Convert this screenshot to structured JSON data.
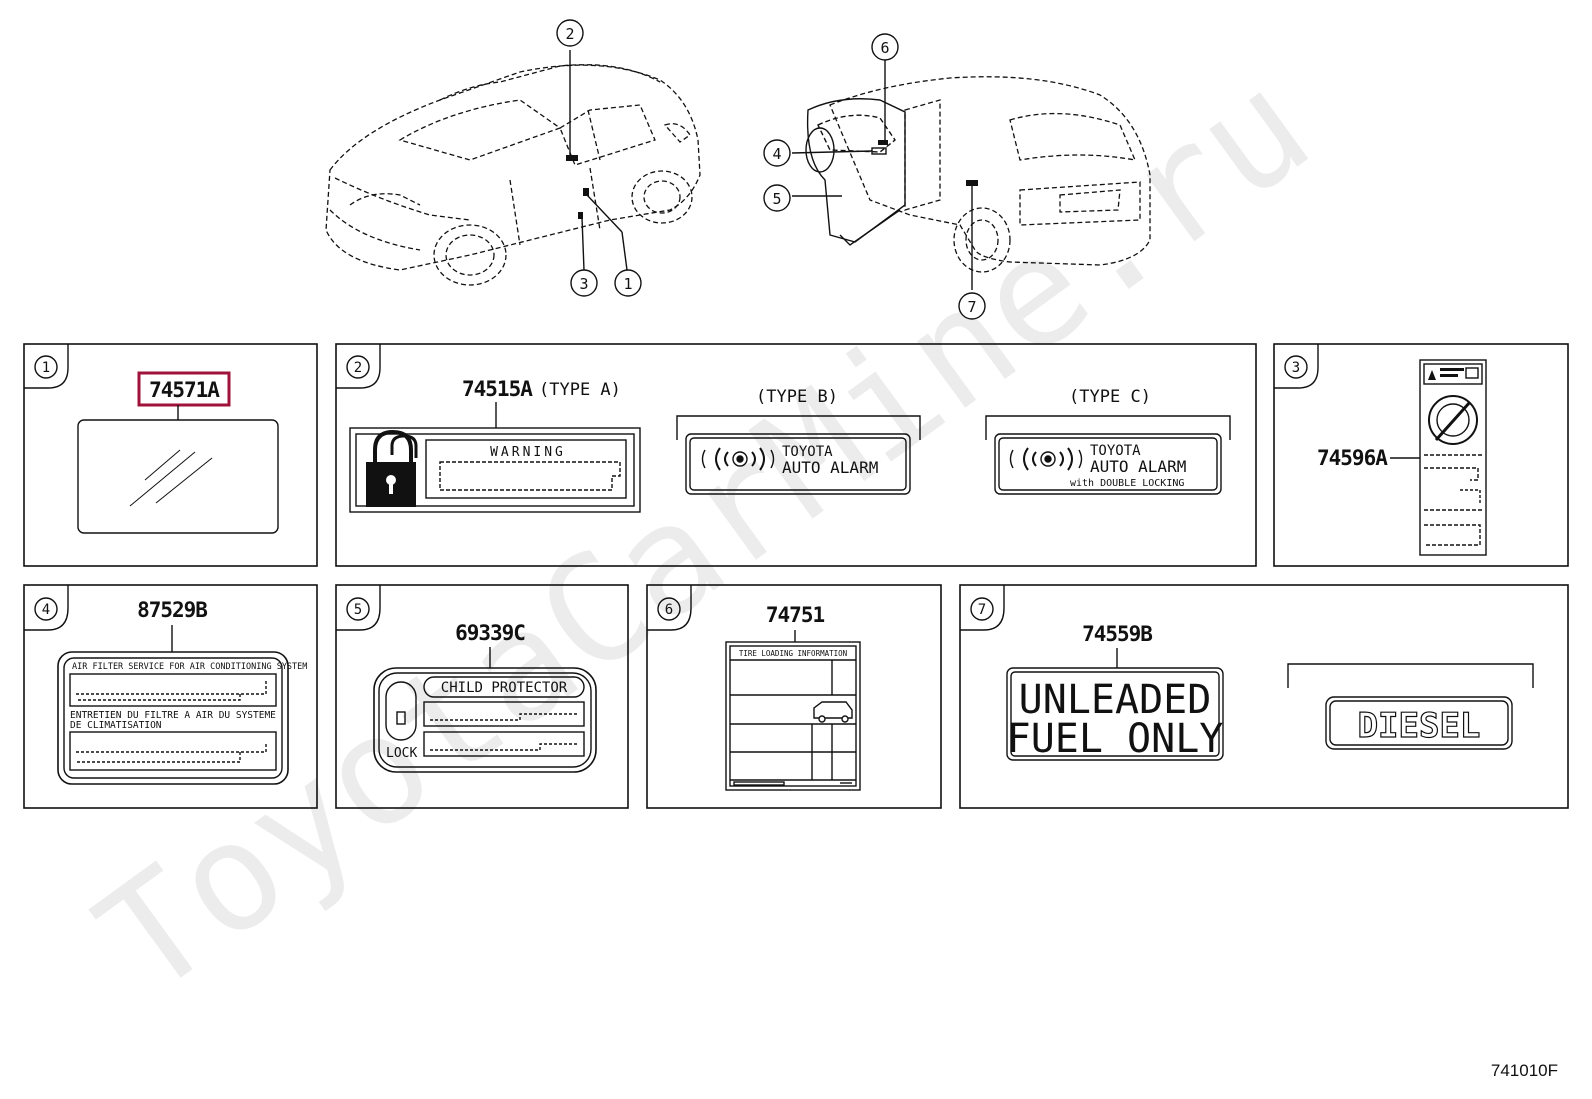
{
  "callouts": {
    "c1": "1",
    "c2": "2",
    "c3": "3",
    "c4": "4",
    "c5": "5",
    "c6": "6",
    "c7": "7"
  },
  "parts": {
    "p1": "74571A",
    "p2": "74515A",
    "p2_type_a": "(TYPE A)",
    "p2_type_b": "(TYPE B)",
    "p2_type_c": "(TYPE C)",
    "p3": "74596A",
    "p4": "87529B",
    "p5": "69339C",
    "p6": "74751",
    "p7": "74559B"
  },
  "labels": {
    "warning": "WARNING",
    "toyota": "TOYOTA",
    "auto_alarm": "AUTO ALARM",
    "double_locking": "with DOUBLE LOCKING",
    "air_filter_en": "AIR FILTER SERVICE FOR AIR CONDITIONING SYSTEM",
    "air_filter_fr1": "ENTRETIEN DU FILTRE A AIR DU SYSTEME",
    "air_filter_fr2": "DE CLIMATISATION",
    "child_protector": "CHILD PROTECTOR",
    "lock": "LOCK",
    "tire_loading": "TIRE LOADING INFORMATION",
    "unleaded_1": "UNLEADED",
    "unleaded_2": "FUEL ONLY",
    "diesel": "DIESEL"
  },
  "watermark": "ToyotaCarMine.ru",
  "footer_code": "741010F",
  "colors": {
    "highlight": "#a0123a",
    "line": "#111111",
    "watermark": "#e8e8e8"
  }
}
